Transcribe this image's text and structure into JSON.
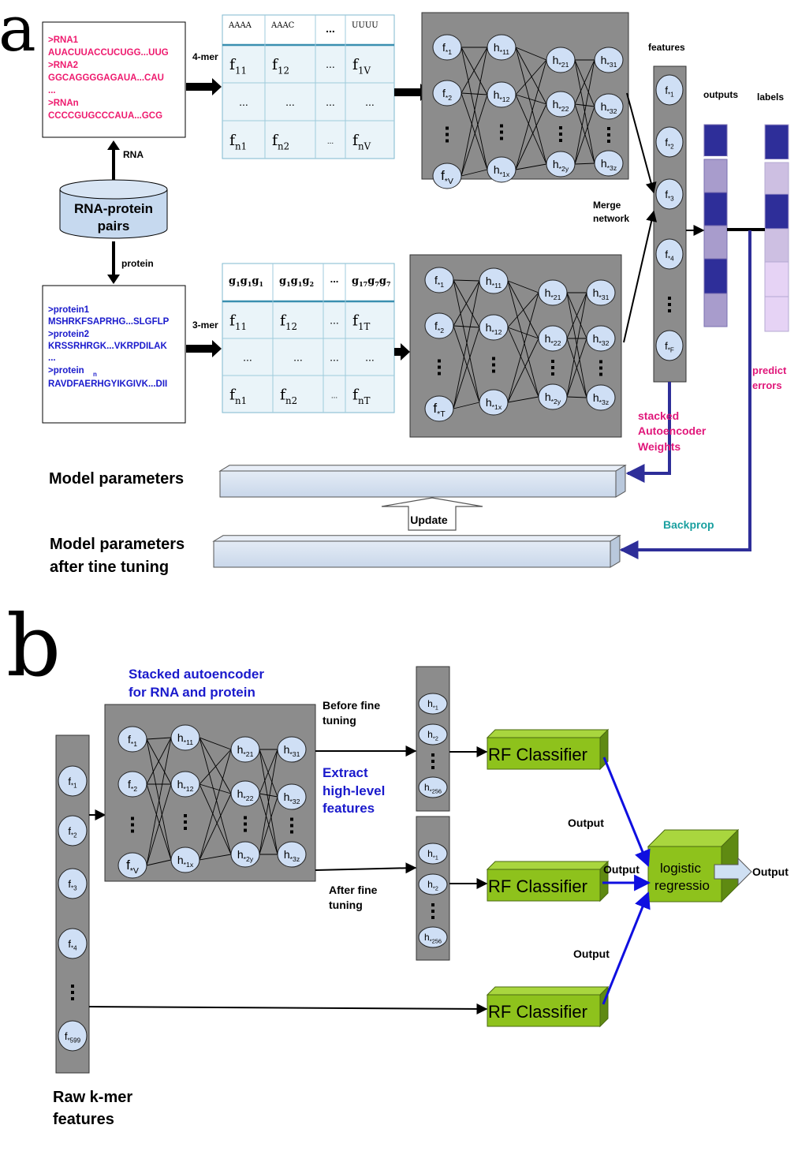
{
  "panel_a": {
    "letter": "a",
    "rna_seqs": [
      ">RNA1",
      "AUACUUACCUCUGG...UUG",
      ">RNA2",
      "GGCAGGGGAGAUA...CAU",
      "...",
      ">RNAn",
      "CCCCGUGCCCAUA...GCG"
    ],
    "protein_seqs": [
      ">protein1",
      "MSHRKFSAPRHG...SLGFLP",
      ">protein2",
      "KRSSRHRGK...VKRPDILAK",
      "...",
      ">protein",
      "n",
      "RAVDFAERHGYIKGIVK...DII"
    ],
    "rna_label": "RNA",
    "protein_label": "protein",
    "db_label_1": "RNA-protein",
    "db_label_2": "pairs",
    "kmer4": "4-mer",
    "kmer3": "3-mer",
    "rna_table_header": [
      "AAAA",
      "AAAC",
      "...",
      "UUUU"
    ],
    "rna_table_rows": [
      [
        [
          "f",
          "11"
        ],
        [
          "f",
          "12"
        ],
        [
          "...",
          ""
        ],
        [
          "f",
          "1V"
        ]
      ],
      [
        [
          "...",
          ""
        ],
        [
          "...",
          ""
        ],
        [
          "...",
          ""
        ],
        [
          "...",
          ""
        ]
      ],
      [
        [
          "f",
          "n1"
        ],
        [
          "f",
          "n2"
        ],
        [
          "...",
          ""
        ],
        [
          "f",
          "nV"
        ]
      ]
    ],
    "protein_table_header": [
      [
        "g",
        "1",
        "g",
        "1",
        "g",
        "1"
      ],
      [
        "g",
        "1",
        "g",
        "1",
        "g",
        "2"
      ],
      [
        "...",
        "",
        "",
        "",
        "",
        ""
      ],
      [
        "g",
        "17",
        "g",
        "7",
        "g",
        "7"
      ]
    ],
    "protein_table_rows": [
      [
        [
          "f",
          "11"
        ],
        [
          "f",
          "12"
        ],
        [
          "...",
          ""
        ],
        [
          "f",
          "1T"
        ]
      ],
      [
        [
          "...",
          ""
        ],
        [
          "...",
          ""
        ],
        [
          "...",
          ""
        ],
        [
          "...",
          ""
        ]
      ],
      [
        [
          "f",
          "n1"
        ],
        [
          "f",
          "n2"
        ],
        [
          "...",
          ""
        ],
        [
          "f",
          "nT"
        ]
      ]
    ],
    "net_inputs_rna": [
      [
        "f",
        "*1"
      ],
      [
        "f",
        "*2"
      ],
      [
        "f",
        "*V"
      ]
    ],
    "net_inputs_protein": [
      [
        "f",
        "*1"
      ],
      [
        "f",
        "*2"
      ],
      [
        "f",
        "*T"
      ]
    ],
    "net_h1": [
      [
        "h",
        "*11"
      ],
      [
        "h",
        "*12"
      ],
      [
        "h",
        "*1x"
      ]
    ],
    "net_h2": [
      [
        "h",
        "*21"
      ],
      [
        "h",
        "*22"
      ],
      [
        "h",
        "*2y"
      ]
    ],
    "net_h3": [
      [
        "h",
        "*31"
      ],
      [
        "h",
        "*32"
      ],
      [
        "h",
        "*3z"
      ]
    ],
    "features_title": "features",
    "feature_nodes": [
      [
        "f",
        "*1"
      ],
      [
        "f",
        "*2"
      ],
      [
        "f",
        "*3"
      ],
      [
        "f",
        "*4"
      ],
      [
        "f",
        "*F"
      ]
    ],
    "merge_1": "Merge",
    "merge_2": "network",
    "outputs_title": "outputs",
    "labels_title": "labels",
    "predict_1": "predict",
    "predict_2": "errors",
    "stacked_1": "stacked",
    "stacked_2": "Autoencoder",
    "stacked_3": "Weights",
    "model_params": "Model parameters",
    "update": "Update",
    "backprop": "Backprop",
    "fine_1": "Model parameters",
    "fine_2": "after tine tuning",
    "colors": {
      "rna": "#ee1a6e",
      "protein": "#1a1acc",
      "pink": "#e0177a",
      "teal": "#1aa0a0",
      "navy": "#2e2e99"
    }
  },
  "panel_b": {
    "letter": "b",
    "sae_1": "Stacked autoencoder",
    "sae_2": "for RNA and protein",
    "raw_nodes": [
      [
        "f",
        "*1"
      ],
      [
        "f",
        "*2"
      ],
      [
        "f",
        "*3"
      ],
      [
        "f",
        "*4"
      ],
      [
        "f",
        "*599"
      ]
    ],
    "raw_1": "Raw k-mer",
    "raw_2": "features",
    "net_inputs": [
      [
        "f",
        "*1"
      ],
      [
        "f",
        "*2"
      ],
      [
        "f",
        "*V"
      ]
    ],
    "before_1": "Before fine",
    "before_2": "tuning",
    "after_1": "After fine",
    "after_2": "tuning",
    "extract_1": "Extract",
    "extract_2": "high-level",
    "extract_3": "features",
    "hidden_nodes": [
      [
        "h",
        "*1"
      ],
      [
        "h",
        "*2"
      ],
      [
        "h",
        "*256"
      ]
    ],
    "rf_label": "RF Classifier",
    "output_label": "Output",
    "lr_1": "logistic",
    "lr_2": "regressio",
    "final_output": "Output"
  }
}
